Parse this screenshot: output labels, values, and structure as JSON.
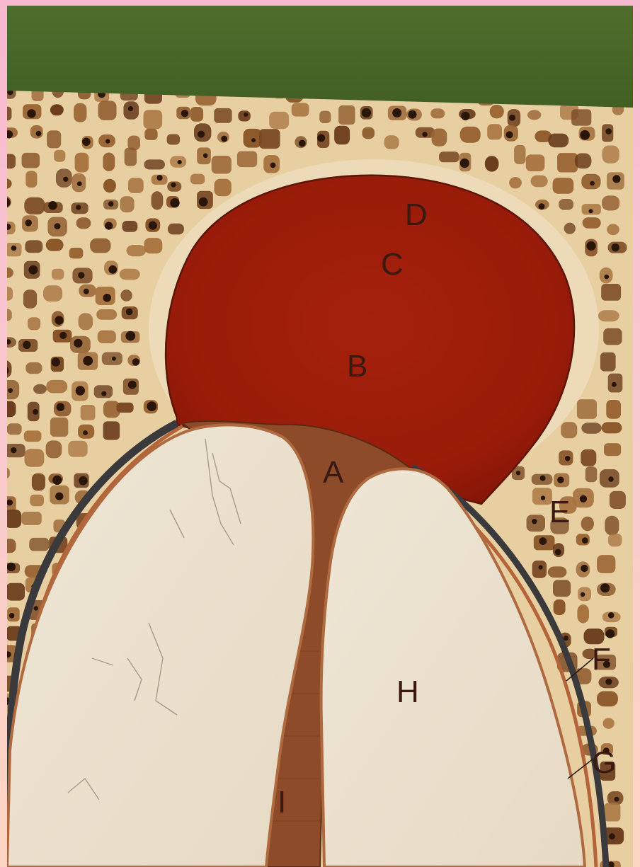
{
  "diagram": {
    "labels": {
      "A": "A",
      "B": "B",
      "C": "C",
      "D": "D",
      "E": "E",
      "F": "F",
      "G": "G",
      "H": "H",
      "I": "I"
    },
    "colors": {
      "frame_border": "#f7b8d2",
      "top_band": "#4c6a2a",
      "bone_background": "#e9d2a6",
      "bone_cell_dark": "#7a4a24",
      "bone_cell_mid": "#a06a36",
      "cyst": "#9e1c0a",
      "cyst_edge": "#5a1406",
      "root_surface": "#ece2d0",
      "canal": "#8c4a2a",
      "membrane": "#3b3a3c",
      "label": "#3a1a10"
    }
  }
}
